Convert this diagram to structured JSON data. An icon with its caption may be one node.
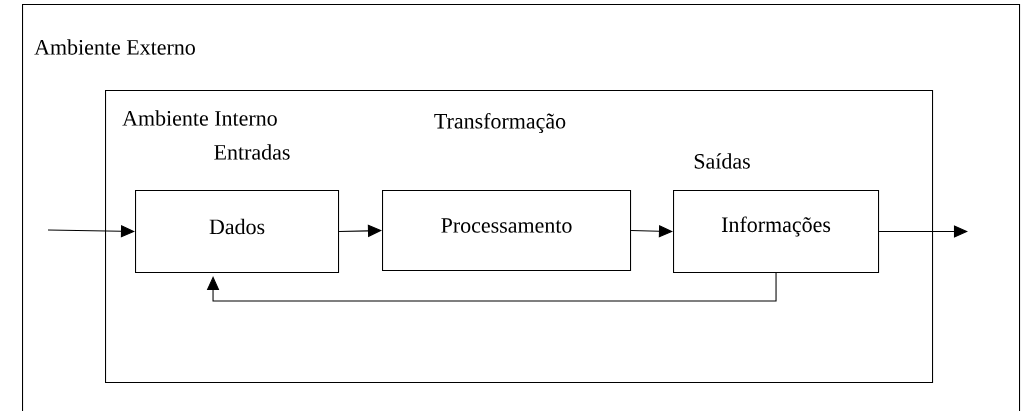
{
  "diagram": {
    "nodes": [
      {
        "text": [
          "Ambiente Externo"
        ]
      },
      {
        "text": [
          "Ambiente Interno"
        ],
        "in": 0
      },
      {
        "text": [
          "Entradas",
          "Dados"
        ],
        "in": 1
      },
      {
        "text": [
          "Transformação",
          "Processamento"
        ],
        "in": 1
      },
      {
        "text": [
          "Saídas",
          "Informações"
        ],
        "in": 1
      }
    ],
    "edges": [
      {
        "from": null,
        "to": 2,
        "arrow": "to"
      },
      {
        "from": 2,
        "to": 3,
        "arrow": "to"
      },
      {
        "from": 3,
        "to": 4,
        "arrow": "to"
      },
      {
        "from": 4,
        "to": null,
        "arrow": "to"
      },
      {
        "from": 4,
        "to": 2,
        "arrow": "to"
      }
    ]
  }
}
